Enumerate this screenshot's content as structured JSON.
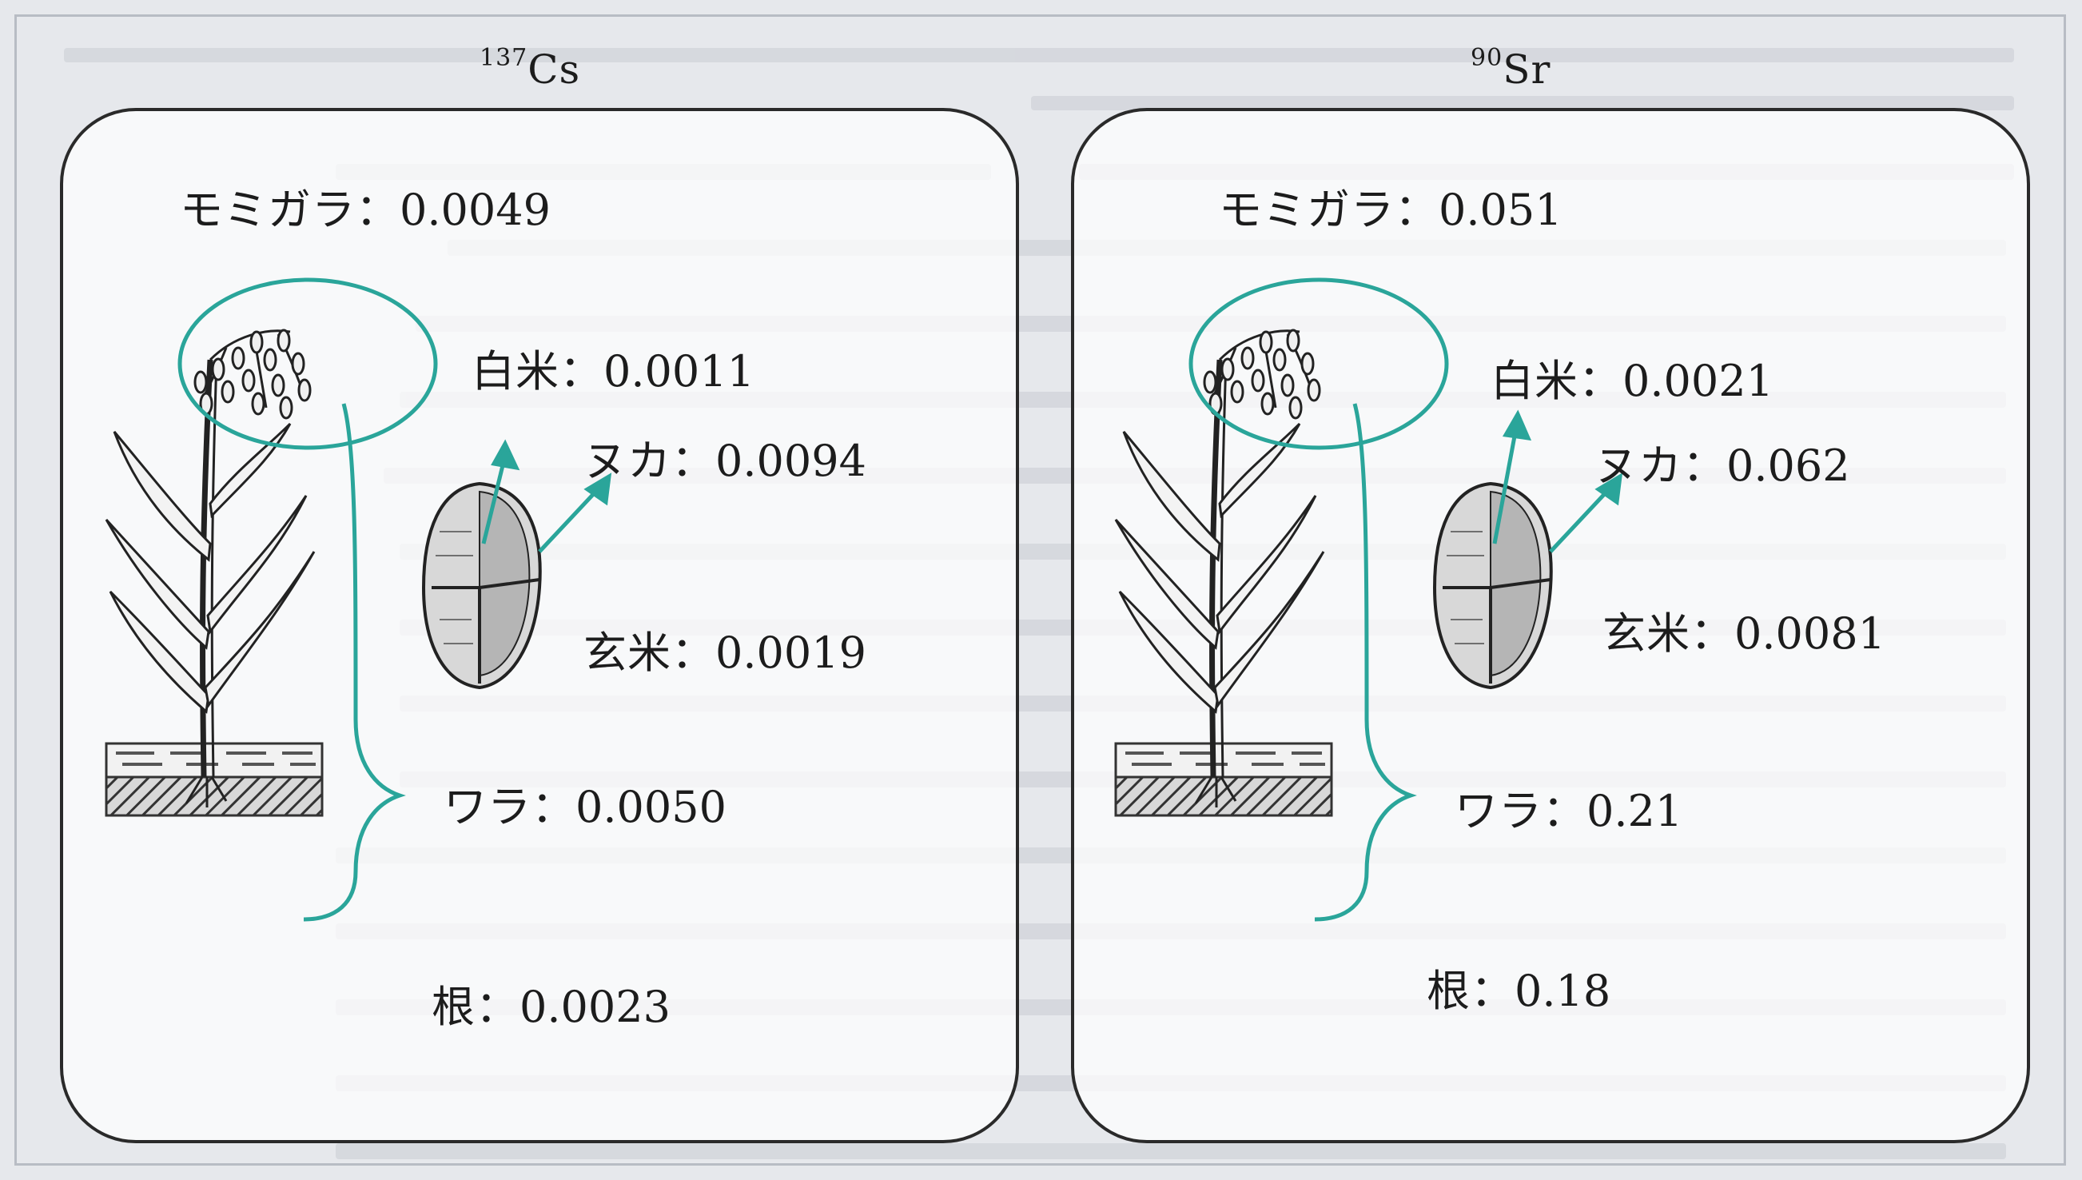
{
  "colors": {
    "teal": "#2aa59a",
    "ink": "#1c1c1c",
    "panel_border": "#2a2a2a"
  },
  "cs": {
    "mass": "137",
    "symbol": "Cs",
    "momigara": {
      "name": "モミガラ",
      "sep": "：",
      "value": "0.0049"
    },
    "hakumai": {
      "name": "白米",
      "sep": "：",
      "value": "0.0011"
    },
    "nuka": {
      "name": "ヌカ",
      "sep": "：",
      "value": "0.0094"
    },
    "genmai": {
      "name": "玄米",
      "sep": "：",
      "value": "0.0019"
    },
    "wara": {
      "name": "ワラ",
      "sep": "：",
      "value": "0.0050"
    },
    "ne": {
      "name": "根",
      "sep": "：",
      "value": "0.0023"
    }
  },
  "sr": {
    "mass": "90",
    "symbol": "Sr",
    "momigara": {
      "name": "モミガラ",
      "sep": "：",
      "value": "0.051"
    },
    "hakumai": {
      "name": "白米",
      "sep": "：",
      "value": "0.0021"
    },
    "nuka": {
      "name": "ヌカ",
      "sep": "：",
      "value": "0.062"
    },
    "genmai": {
      "name": "玄米",
      "sep": "：",
      "value": "0.0081"
    },
    "wara": {
      "name": "ワラ",
      "sep": "：",
      "value": "0.21"
    },
    "ne": {
      "name": "根",
      "sep": "：",
      "value": "0.18"
    }
  }
}
